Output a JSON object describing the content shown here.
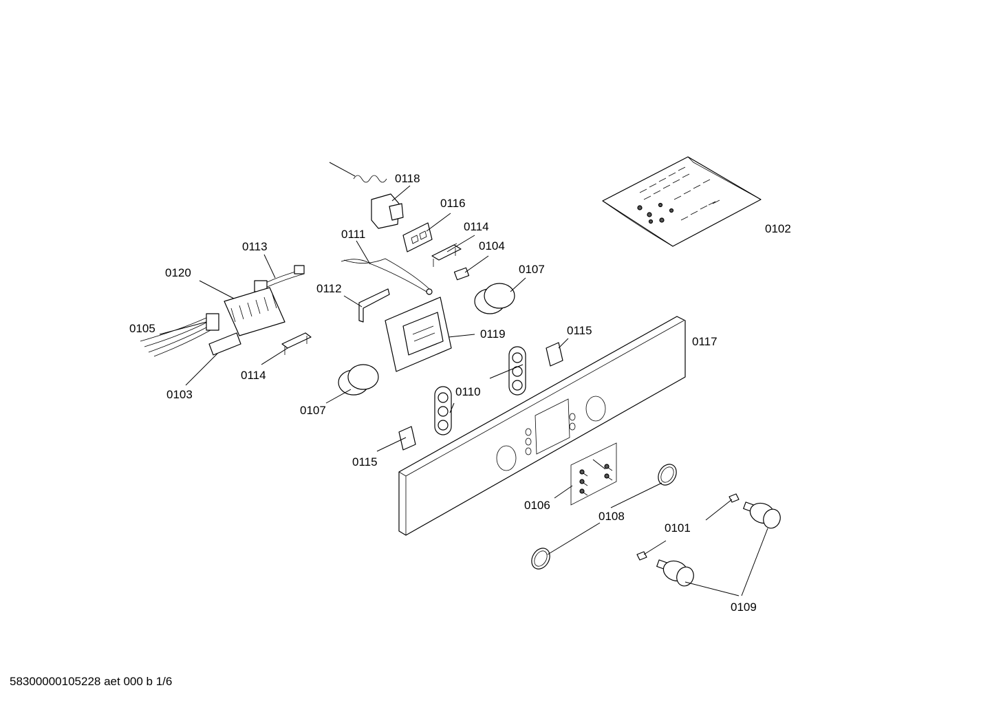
{
  "footer_code": "58300000105228 aet 000 b 1/6",
  "labels": {
    "l0118": "0118",
    "l0116": "0116",
    "l0114a": "0114",
    "l0104": "0104",
    "l0111": "0111",
    "l0113": "0113",
    "l0120": "0120",
    "l0112": "0112",
    "l0107a": "0107",
    "l0105": "0105",
    "l0119": "0119",
    "l0115a": "0115",
    "l0117": "0117",
    "l0114b": "0114",
    "l0103": "0103",
    "l0110": "0110",
    "l0107b": "0107",
    "l0115b": "0115",
    "l0102": "0102",
    "l0106": "0106",
    "l0108": "0108",
    "l0101": "0101",
    "l0109": "0109"
  }
}
